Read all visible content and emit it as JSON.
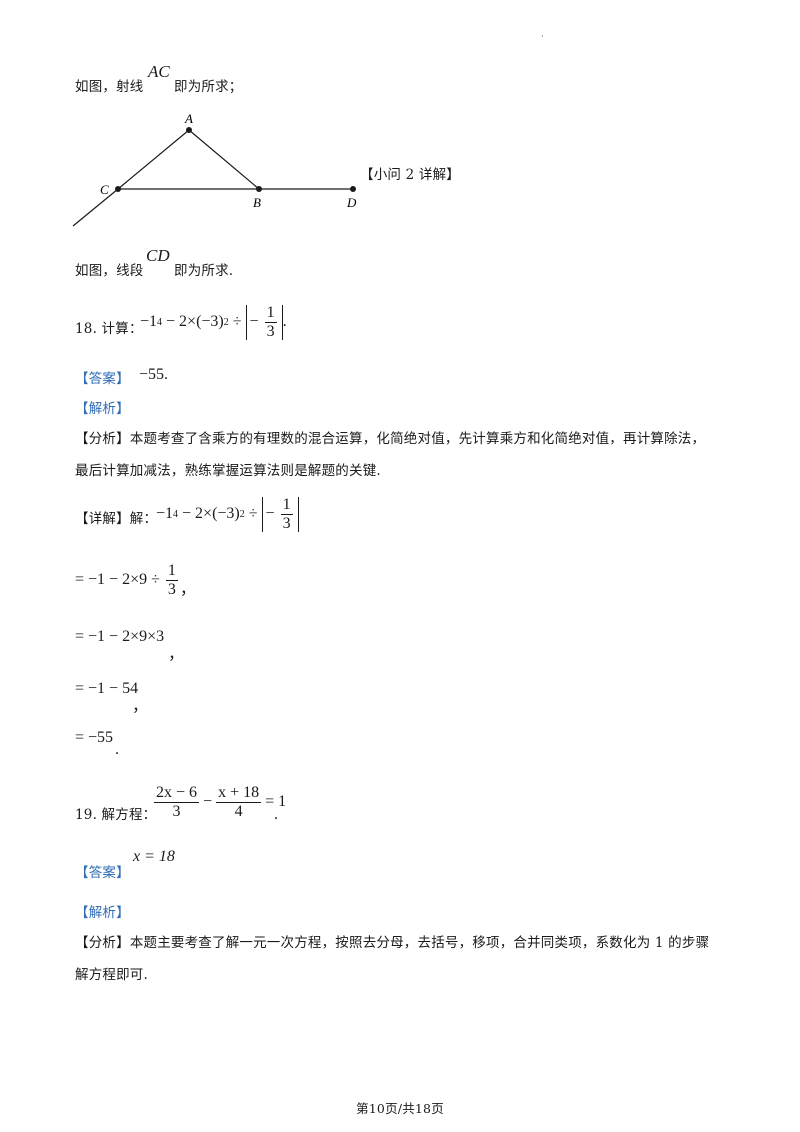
{
  "header_dot": "·",
  "q17": {
    "line1_prefix": "如图，射线",
    "line1_var": "AC",
    "line1_suffix": "即为所求；",
    "figure": {
      "labels": {
        "A": "A",
        "B": "B",
        "C": "C",
        "D": "D"
      },
      "side_note": "【小问 2 详解】"
    },
    "line2_prefix": "如图，线段",
    "line2_var": "CD",
    "line2_suffix": "即为所求."
  },
  "q18": {
    "number": "18. 计算：",
    "expr_a": "−1",
    "expr_a_exp": "4",
    "expr_b": " − 2×",
    "expr_c": "(−3)",
    "expr_c_exp": "2",
    "expr_d": " ÷ ",
    "expr_abs_sign": "−",
    "frac_num": "1",
    "frac_den": "3",
    "end_punct": ".",
    "answer_tag": "【答案】",
    "answer_value": "−55",
    "answer_punct": ".",
    "analysis_tag": "【解析】",
    "analysis_label": "【分析】",
    "analysis_line1": "本题考查了含乘方的有理数的混合运算，化简绝对值，先计算乘方和化简绝对值，再计算除法，",
    "analysis_line2": "最后计算加减法，熟练掌握运算法则是解题的关键.",
    "detail_label": "【详解】解：",
    "step1_a": "= −1 − 2×9 ÷ ",
    "step1_num": "1",
    "step1_den": "3",
    "step1_punct": "，",
    "step2": "= −1 − 2×9×3",
    "step2_punct": "，",
    "step3": "= −1 − 54",
    "step3_punct": "，",
    "step4": "= −55",
    "step4_punct": "."
  },
  "q19": {
    "number": "19. 解方程：",
    "frac1_num": "2x − 6",
    "frac1_den": "3",
    "minus": "−",
    "frac2_num": "x + 18",
    "frac2_den": "4",
    "equals": "= 1",
    "end_punct": ".",
    "answer_tag": "【答案】",
    "answer_value": "x = 18",
    "analysis_tag": "【解析】",
    "analysis_label": "【分析】",
    "analysis_line1": "本题主要考查了解一元一次方程，按照去分母，去括号，移项，合并同类项，系数化为 1 的步骤",
    "analysis_line2": "解方程即可."
  },
  "footer": {
    "page_label": "第10页/共18页"
  }
}
